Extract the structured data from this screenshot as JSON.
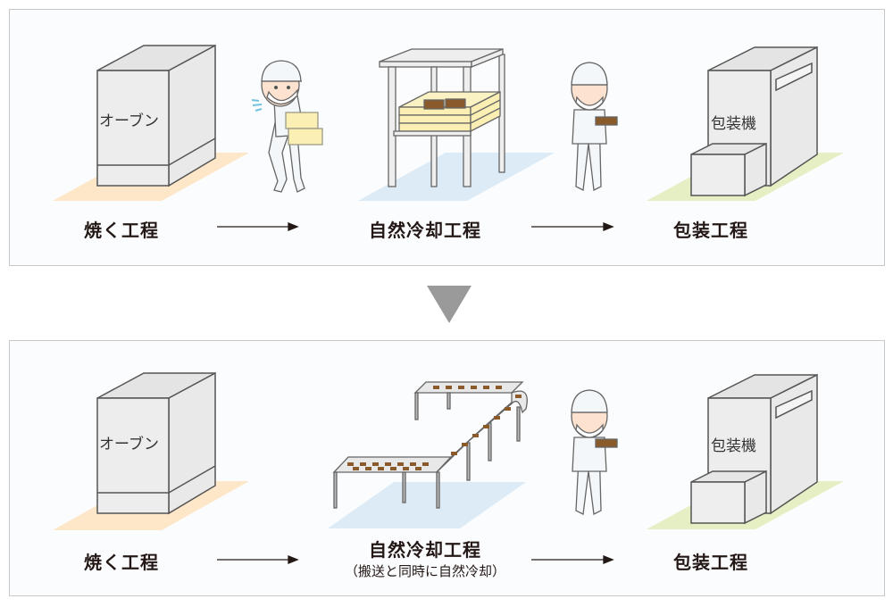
{
  "colors": {
    "oven_floor": "#fde7c8",
    "cooling_floor": "#dcebf6",
    "packing_floor": "#e6efc4",
    "machine_fill": "#ececec",
    "outline": "#555555",
    "box_fill": "#fbefb4",
    "bread": "#8b5a2b",
    "transition_arrow": "#9a9a9a",
    "label_text": "#231815"
  },
  "before": {
    "steps": [
      {
        "label": "焼く工程",
        "machine_text": "オーブン",
        "floor": "orange"
      },
      {
        "label": "自然冷却工程",
        "machine_text": "",
        "floor": "blue"
      },
      {
        "label": "包装工程",
        "machine_text": "包装機",
        "floor": "green"
      }
    ],
    "arrows": [
      "arrow-right",
      "arrow-right"
    ],
    "workers": [
      "worker-carrying-boxes",
      "worker-holding-bread"
    ]
  },
  "transition_icon": "down-triangle-icon",
  "after": {
    "steps": [
      {
        "label": "焼く工程",
        "machine_text": "オーブン",
        "floor": "orange"
      },
      {
        "label": "自然冷却工程",
        "sublabel": "（搬送と同時に自然冷却）",
        "floor": "blue"
      },
      {
        "label": "包装工程",
        "machine_text": "包装機",
        "floor": "green"
      }
    ],
    "arrows": [
      "arrow-right",
      "arrow-right"
    ],
    "workers": [
      "worker-holding-bread"
    ]
  }
}
